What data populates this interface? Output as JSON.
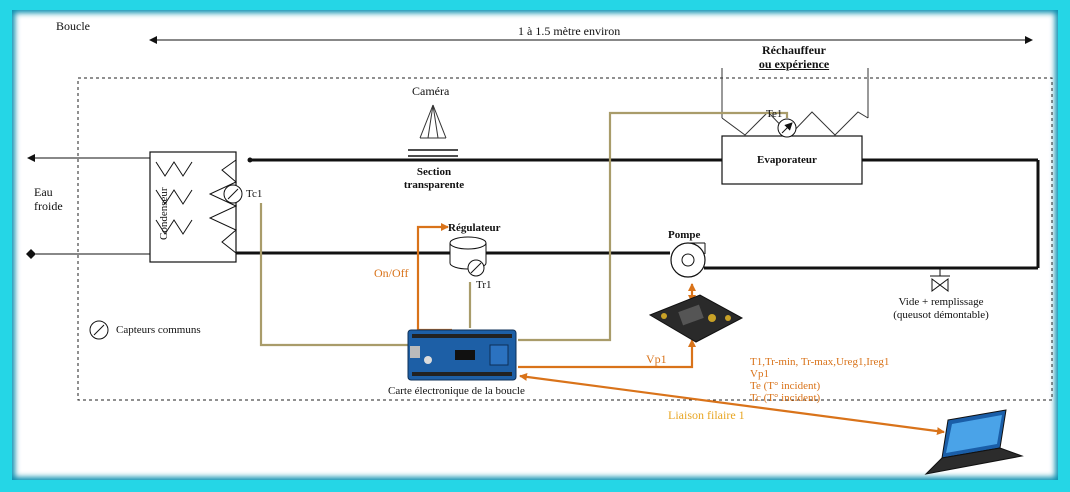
{
  "title": "Boucle",
  "dimension_label": "1 à 1.5 mètre environ",
  "heater": [
    "Réchauffeur",
    "ou expérience"
  ],
  "camera": "Caméra",
  "transparent_section": [
    "Section",
    "transparente"
  ],
  "evaporator": "Evaporateur",
  "condenser": "Condenseur",
  "cold_water": [
    "Eau",
    "froide"
  ],
  "regulator": "Régulateur",
  "pump": "Pompe",
  "sensors": {
    "te1": "Te1",
    "tc1": "Tc1",
    "tr1": "Tr1"
  },
  "on_off": "On/Off",
  "vp1": "Vp1",
  "drain": [
    "Vide + remplissage",
    "(queusot démontable)"
  ],
  "common_sensors": "Capteurs communs",
  "board": "Carte électronique de la boucle",
  "wire_link": "Liaison filaire 1",
  "signals": [
    "T1,Tr-min, Tr-max,Ureg1,Ireg1",
    "Vp1",
    "Te (T° incident)",
    "Tc (T° incident)"
  ],
  "colors": {
    "frame": "#25d6e6",
    "olive_wire": "#a99c6a",
    "orange_wire": "#d9731a",
    "link_text": "#e8a624"
  }
}
